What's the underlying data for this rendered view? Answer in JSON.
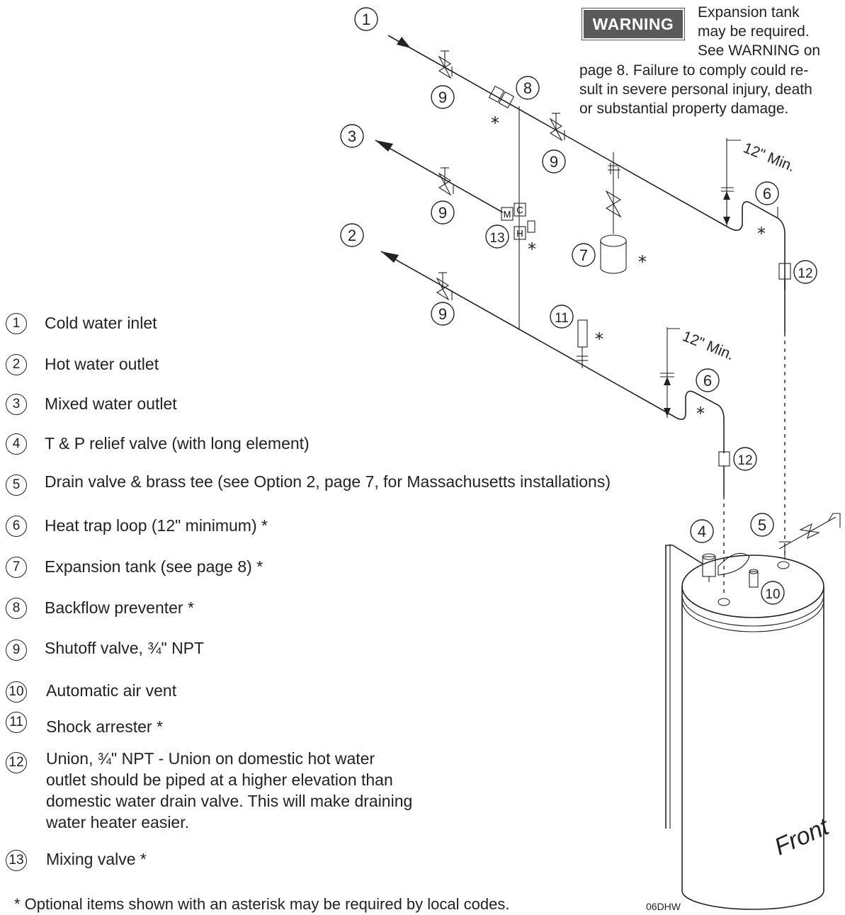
{
  "warning": {
    "badge": "WARNING",
    "lines": [
      "Expansion tank",
      "may be required.",
      "See WARNING on",
      "page 8. Failure to comply could re-",
      "sult in severe personal injury, death",
      "or substantial property damage."
    ]
  },
  "diagram": {
    "callouts": [
      "1",
      "2",
      "3",
      "4",
      "5",
      "6",
      "6",
      "7",
      "8",
      "9",
      "9",
      "9",
      "9",
      "10",
      "11",
      "12",
      "12",
      "13"
    ],
    "dimension_labels": [
      "12\" Min.",
      "12\" Min."
    ],
    "valve_letters": [
      "C",
      "M",
      "H"
    ],
    "tank_label": "Front",
    "asterisk": "*"
  },
  "legend": [
    {
      "num": "1",
      "text": "Cold water inlet"
    },
    {
      "num": "2",
      "text": "Hot water outlet"
    },
    {
      "num": "3",
      "text": "Mixed water outlet"
    },
    {
      "num": "4",
      "text": "T & P relief valve (with long element)"
    },
    {
      "num": "5",
      "text": "Drain valve & brass tee (see Option 2, page 7, for Massachusetts installations)"
    },
    {
      "num": "6",
      "text": "Heat trap loop (12\" minimum) *"
    },
    {
      "num": "7",
      "text": "Expansion tank (see page 8) *"
    },
    {
      "num": "8",
      "text": "Backflow preventer *"
    },
    {
      "num": "9",
      "text": "Shutoff valve, ¾\" NPT"
    },
    {
      "num": "10",
      "text": "Automatic air vent"
    },
    {
      "num": "11",
      "text": "Shock arrester *"
    },
    {
      "num": "12",
      "text": "Union, ¾\" NPT - Union on domestic hot water",
      "continuation": [
        "outlet should be piped at a higher elevation than",
        "domestic water drain valve. This will make draining",
        "water heater easier."
      ]
    },
    {
      "num": "13",
      "text": "Mixing valve *"
    }
  ],
  "footnote": "* Optional items shown with an asterisk may be required by local codes.",
  "figure_code": "06DHW"
}
